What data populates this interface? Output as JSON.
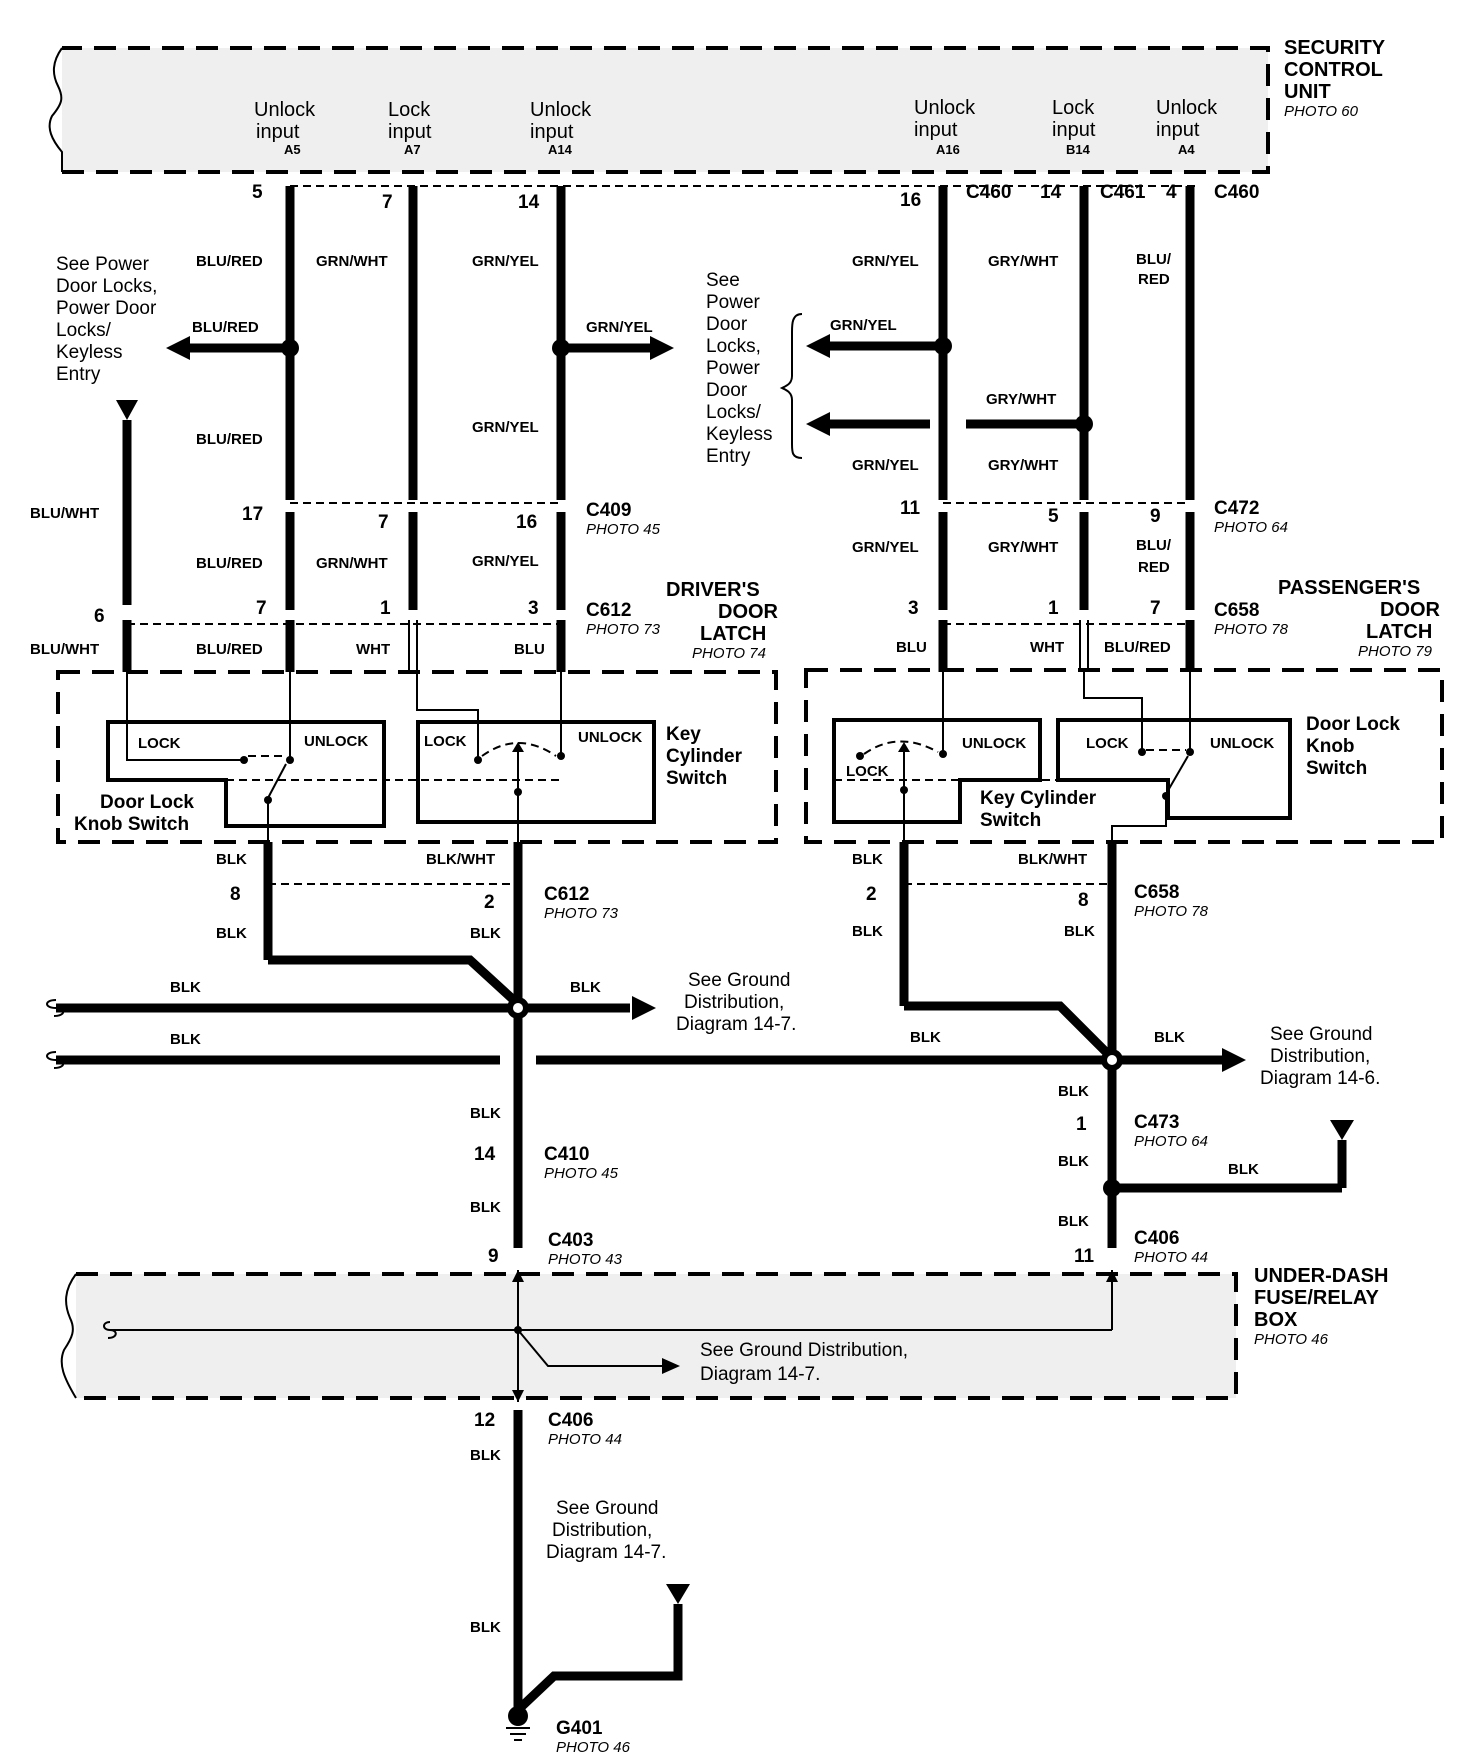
{
  "security_unit": {
    "title_lines": [
      "SECURITY",
      "CONTROL",
      "UNIT"
    ],
    "photo": "PHOTO 60",
    "pins": [
      {
        "line1": "Unlock",
        "line2": "input",
        "id": "A5"
      },
      {
        "line1": "Lock",
        "line2": "input",
        "id": "A7"
      },
      {
        "line1": "Unlock",
        "line2": "input",
        "id": "A14"
      },
      {
        "line1": "Unlock",
        "line2": "input",
        "id": "A16"
      },
      {
        "line1": "Lock",
        "line2": "input",
        "id": "B14"
      },
      {
        "line1": "Unlock",
        "line2": "input",
        "id": "A4"
      }
    ]
  },
  "top_pins": [
    "5",
    "7",
    "14",
    "16",
    "14",
    "4"
  ],
  "top_connectors": [
    "C460",
    "C461",
    "C460"
  ],
  "wire_colors": {
    "blu_red": "BLU/RED",
    "grn_wht": "GRN/WHT",
    "grn_yel": "GRN/YEL",
    "gry_wht": "GRY/WHT",
    "blu_red_split": [
      "BLU/",
      "RED"
    ],
    "blu_wht": "BLU/WHT",
    "wht": "WHT",
    "blu": "BLU",
    "blk": "BLK",
    "blk_wht": "BLK/WHT"
  },
  "see_left": [
    "See Power",
    "Door Locks,",
    "Power Door",
    "Locks/",
    "Keyless",
    "Entry"
  ],
  "see_mid": [
    "See",
    "Power",
    "Door",
    "Locks,",
    "Power",
    "Door",
    "Locks/",
    "Keyless",
    "Entry"
  ],
  "c409": {
    "name": "C409",
    "photo": "PHOTO 45",
    "pins": [
      "17",
      "7",
      "16"
    ]
  },
  "c472": {
    "name": "C472",
    "photo": "PHOTO 64",
    "pins": [
      "11",
      "5",
      "9"
    ]
  },
  "c612_top": {
    "name": "C612",
    "photo": "PHOTO 73",
    "pins": [
      "6",
      "7",
      "1",
      "3"
    ]
  },
  "c658_top": {
    "name": "C658",
    "photo": "PHOTO 78",
    "pins": [
      "3",
      "1",
      "7"
    ]
  },
  "drivers_latch": {
    "title_lines": [
      "DRIVER'S",
      "DOOR",
      "LATCH"
    ],
    "photo": "PHOTO 74"
  },
  "passengers_latch": {
    "title_lines": [
      "PASSENGER'S",
      "DOOR",
      "LATCH"
    ],
    "photo": "PHOTO 79"
  },
  "switches": {
    "lock": "LOCK",
    "unlock": "UNLOCK",
    "door_lock_knob_left": [
      "Door Lock",
      "Knob Switch"
    ],
    "key_cyl_left": [
      "Key",
      "Cylinder",
      "Switch"
    ],
    "key_cyl_right": [
      "Key Cylinder",
      "Switch"
    ],
    "door_lock_knob_right": [
      "Door Lock",
      "Knob",
      "Switch"
    ]
  },
  "c612_bot": {
    "name": "C612",
    "photo": "PHOTO 73",
    "pins": [
      "8",
      "2"
    ]
  },
  "c658_bot": {
    "name": "C658",
    "photo": "PHOTO 78",
    "pins": [
      "2",
      "8"
    ]
  },
  "ground_refs": {
    "g147a": [
      "See Ground",
      "Distribution,",
      "Diagram 14-7."
    ],
    "g146": [
      "See Ground",
      "Distribution,",
      "Diagram 14-6."
    ],
    "g147b": [
      "See Ground Distribution,",
      "Diagram 14-7."
    ],
    "g147c": [
      "See Ground",
      "Distribution,",
      "Diagram 14-7."
    ]
  },
  "c410": {
    "name": "C410",
    "photo": "PHOTO 45",
    "pin": "14"
  },
  "c473": {
    "name": "C473",
    "photo": "PHOTO 64",
    "pin": "1"
  },
  "c403": {
    "name": "C403",
    "photo": "PHOTO 43",
    "pin": "9"
  },
  "c406_right": {
    "name": "C406",
    "photo": "PHOTO 44",
    "pin": "11"
  },
  "fuse_box": {
    "title_lines": [
      "UNDER-DASH",
      "FUSE/RELAY",
      "BOX"
    ],
    "photo": "PHOTO 46"
  },
  "c406_bottom": {
    "name": "C406",
    "photo": "PHOTO 44",
    "pin": "12"
  },
  "g401": {
    "name": "G401",
    "photo": "PHOTO 46"
  }
}
